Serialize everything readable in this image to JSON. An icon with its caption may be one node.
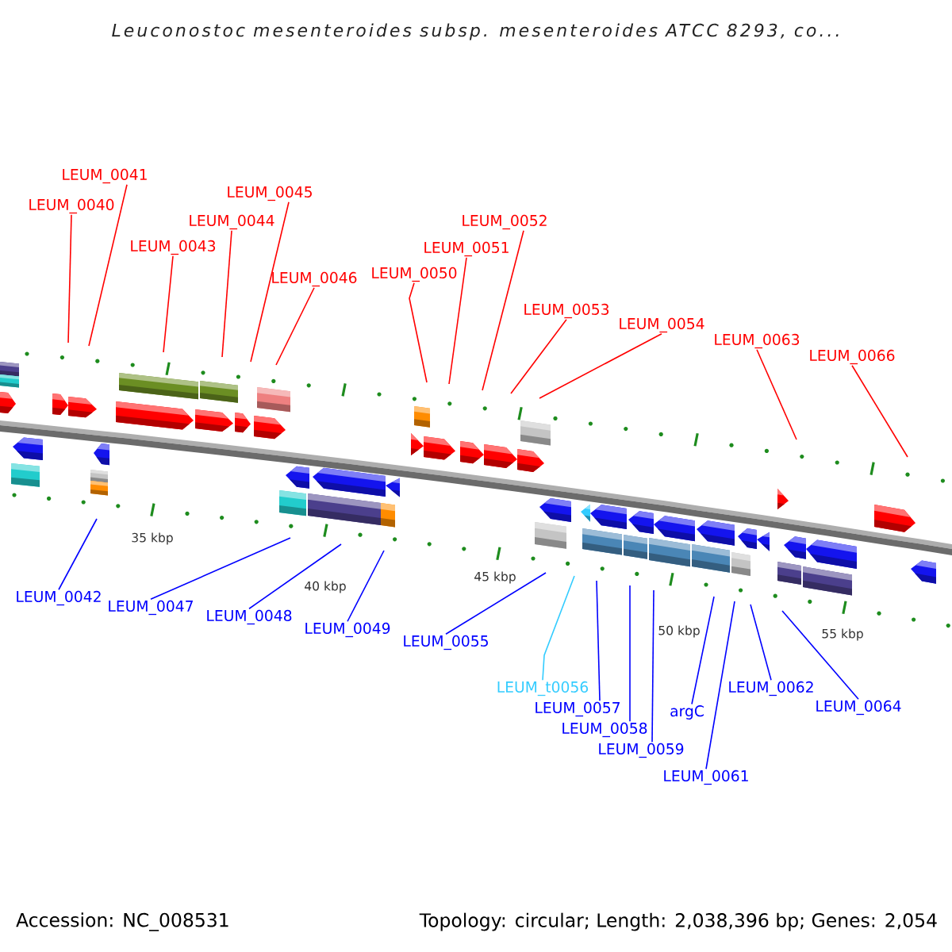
{
  "diagram": {
    "title": "Leuconostoc mesenteroides subsp. mesenteroides ATCC 8293, co...",
    "nodes": [
      {
        "text": [
          "LEUM_0040"
        ]
      },
      {
        "text": [
          "LEUM_0041"
        ]
      },
      {
        "text": [
          "LEUM_0043"
        ]
      },
      {
        "text": [
          "LEUM_0044"
        ]
      },
      {
        "text": [
          "LEUM_0045"
        ]
      },
      {
        "text": [
          "LEUM_0046"
        ]
      },
      {
        "text": [
          "LEUM_0050"
        ]
      },
      {
        "text": [
          "LEUM_0051"
        ]
      },
      {
        "text": [
          "LEUM_0052"
        ]
      },
      {
        "text": [
          "LEUM_0053"
        ]
      },
      {
        "text": [
          "LEUM_0054"
        ]
      },
      {
        "text": [
          "LEUM_0063"
        ]
      },
      {
        "text": [
          "LEUM_0066"
        ]
      },
      {
        "text": [
          "LEUM_0042"
        ]
      },
      {
        "text": [
          "LEUM_0047"
        ]
      },
      {
        "text": [
          "LEUM_0048"
        ]
      },
      {
        "text": [
          "LEUM_0049"
        ]
      },
      {
        "text": [
          "LEUM_0055"
        ]
      },
      {
        "text": [
          "LEUM_t0056"
        ]
      },
      {
        "text": [
          "LEUM_0057"
        ]
      },
      {
        "text": [
          "LEUM_0058"
        ]
      },
      {
        "text": [
          "LEUM_0059"
        ]
      },
      {
        "text": [
          "argC"
        ]
      },
      {
        "text": [
          "LEUM_0061"
        ]
      },
      {
        "text": [
          "LEUM_0062"
        ]
      },
      {
        "text": [
          "LEUM_0064"
        ]
      }
    ],
    "edges": [
      {
        "from": 0,
        "to": null,
        "arrow": "none"
      },
      {
        "from": 1,
        "to": null,
        "arrow": "none"
      },
      {
        "from": 2,
        "to": null,
        "arrow": "none"
      },
      {
        "from": 3,
        "to": null,
        "arrow": "none"
      },
      {
        "from": 4,
        "to": null,
        "arrow": "none"
      },
      {
        "from": 5,
        "to": null,
        "arrow": "none"
      },
      {
        "from": 6,
        "to": null,
        "arrow": "none"
      },
      {
        "from": 7,
        "to": null,
        "arrow": "none"
      },
      {
        "from": 8,
        "to": null,
        "arrow": "none"
      },
      {
        "from": 9,
        "to": null,
        "arrow": "none"
      },
      {
        "from": 10,
        "to": null,
        "arrow": "none"
      },
      {
        "from": 11,
        "to": null,
        "arrow": "none"
      },
      {
        "from": 12,
        "to": null,
        "arrow": "none"
      },
      {
        "from": 13,
        "to": null,
        "arrow": "none",
        "color": "#0000ff"
      },
      {
        "from": 14,
        "to": null,
        "arrow": "none",
        "color": "#0000ff"
      },
      {
        "from": 15,
        "to": null,
        "arrow": "none",
        "color": "#0000ff"
      },
      {
        "from": 16,
        "to": null,
        "arrow": "none",
        "color": "#0000ff"
      },
      {
        "from": 17,
        "to": null,
        "arrow": "none",
        "color": "#0000ff"
      },
      {
        "from": 18,
        "to": null,
        "arrow": "none",
        "color": "#33ccff"
      },
      {
        "from": 19,
        "to": null,
        "arrow": "none",
        "color": "#0000ff"
      },
      {
        "from": 20,
        "to": null,
        "arrow": "none",
        "color": "#0000ff"
      },
      {
        "from": 21,
        "to": null,
        "arrow": "none",
        "color": "#0000ff"
      },
      {
        "from": 22,
        "to": null,
        "arrow": "none",
        "color": "#0000ff"
      },
      {
        "from": 23,
        "to": null,
        "arrow": "none",
        "color": "#0000ff"
      },
      {
        "from": 24,
        "to": null,
        "arrow": "none",
        "color": "#0000ff"
      },
      {
        "from": 25,
        "to": null,
        "arrow": "none",
        "color": "#0000ff"
      }
    ],
    "labels": [
      "35 kbp",
      "40 kbp",
      "45 kbp",
      "50 kbp",
      "55 kbp",
      "Accession: NC_008531",
      "Topology: circular; Length: 2,038,396 bp; Genes: 2,054"
    ]
  }
}
